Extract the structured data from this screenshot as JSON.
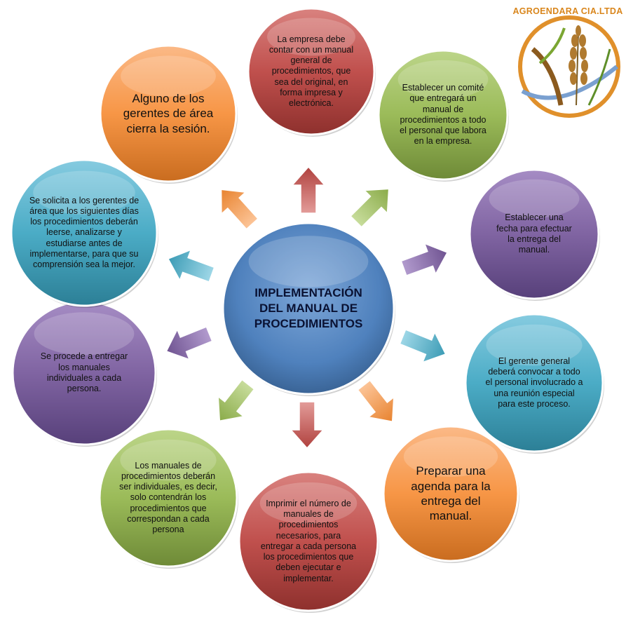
{
  "center": {
    "title": "IMPLEMENTACIÓN DEL MANUAL DE PROCEDIMIENTOS"
  },
  "logo": {
    "name": "AGROENDARA CIA.LTDA"
  },
  "steps": [
    {
      "id": "top",
      "color": "red",
      "text": "La empresa debe contar con un manual general de procedimientos, que sea del original, en forma impresa y electrónica."
    },
    {
      "id": "top-right",
      "color": "green",
      "text": "Establecer un comité que entregará un manual de procedimientos a todo el personal que labora en la empresa."
    },
    {
      "id": "right-upper",
      "color": "purple",
      "text": "Establecer una fecha para efectuar la entrega del manual."
    },
    {
      "id": "right-lower",
      "color": "teal",
      "text": "El gerente general deberá convocar a todo el personal involucrado a una reunión especial para este proceso."
    },
    {
      "id": "bottom-right",
      "color": "orange",
      "text": "Preparar una agenda para la entrega del manual."
    },
    {
      "id": "bottom",
      "color": "red",
      "text": "Imprimir el número de manuales de procedimientos necesarios, para entregar a cada persona los procedimientos que deben ejecutar e implementar."
    },
    {
      "id": "bottom-left",
      "color": "green",
      "text": "Los manuales de procedimientos deberán ser individuales, es decir, solo contendrán los procedimientos que correspondan a cada persona"
    },
    {
      "id": "left-lower",
      "color": "purple",
      "text": "Se  procede a entregar los manuales individuales a cada persona."
    },
    {
      "id": "left-upper",
      "color": "teal",
      "text": "Se solicita a los gerentes de área que los siguientes días los procedimientos deberán leerse, analizarse y estudiarse antes de implementarse, para que su comprensión sea la mejor."
    },
    {
      "id": "top-left",
      "color": "orange",
      "text": "Alguno de los gerentes de área cierra la sesión."
    }
  ],
  "colors": {
    "red": "#c0504d",
    "green": "#9bbb59",
    "purple": "#8064a2",
    "teal": "#4bacc6",
    "orange": "#f79646",
    "center": "#4f81bd"
  }
}
